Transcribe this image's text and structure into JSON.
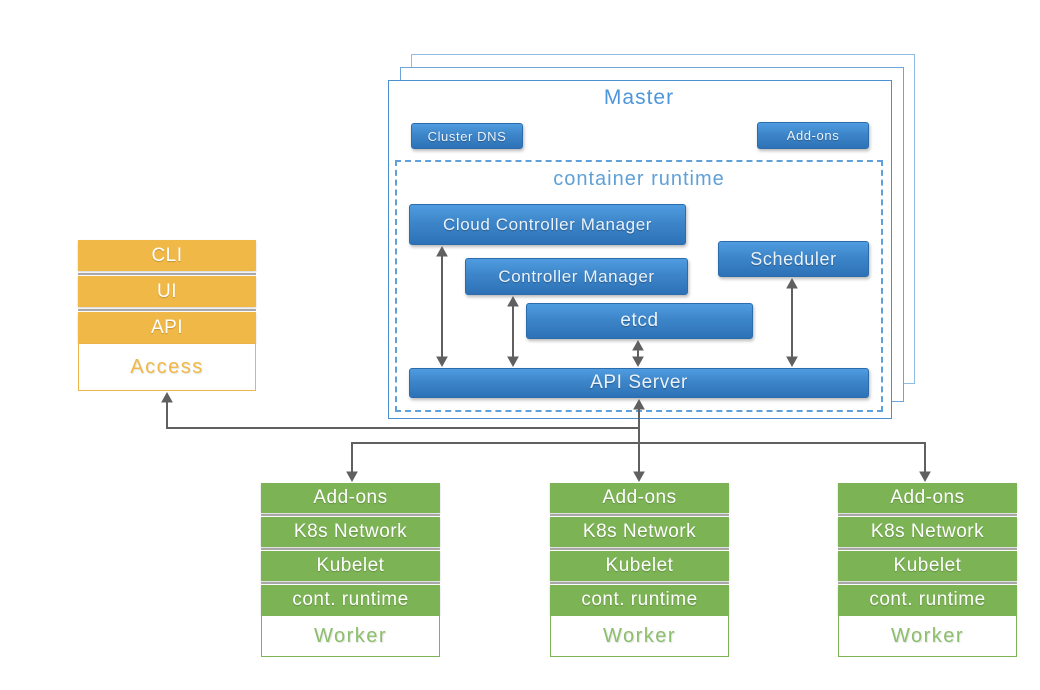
{
  "master": {
    "title": "Master",
    "cluster_dns_label": "Cluster DNS",
    "addons_label": "Add-ons",
    "container_runtime": {
      "title": "container runtime",
      "cloud_controller_manager": "Cloud Controller Manager",
      "controller_manager": "Controller Manager",
      "etcd": "etcd",
      "scheduler": "Scheduler",
      "api_server": "API Server"
    }
  },
  "access_stack": {
    "rows": [
      "CLI",
      "UI",
      "API"
    ],
    "footer": "Access"
  },
  "workers": {
    "stacks": [
      {
        "rows": [
          "Add-ons",
          "K8s Network",
          "Kubelet",
          "cont. runtime"
        ],
        "footer": "Worker"
      },
      {
        "rows": [
          "Add-ons",
          "K8s Network",
          "Kubelet",
          "cont. runtime"
        ],
        "footer": "Worker"
      },
      {
        "rows": [
          "Add-ons",
          "K8s Network",
          "Kubelet",
          "cont. runtime"
        ],
        "footer": "Worker"
      }
    ]
  },
  "colors": {
    "blue_box_top": "#509CE0",
    "blue_box_bottom": "#2D72B7",
    "master_border": "#4A90D0",
    "dashed_border": "#5FA0D8",
    "title_blue": "#4E96DB",
    "orange": "#F0B846",
    "green": "#7CB354",
    "worker_text": "#8CBF6B",
    "arrow_gray": "#606060"
  }
}
